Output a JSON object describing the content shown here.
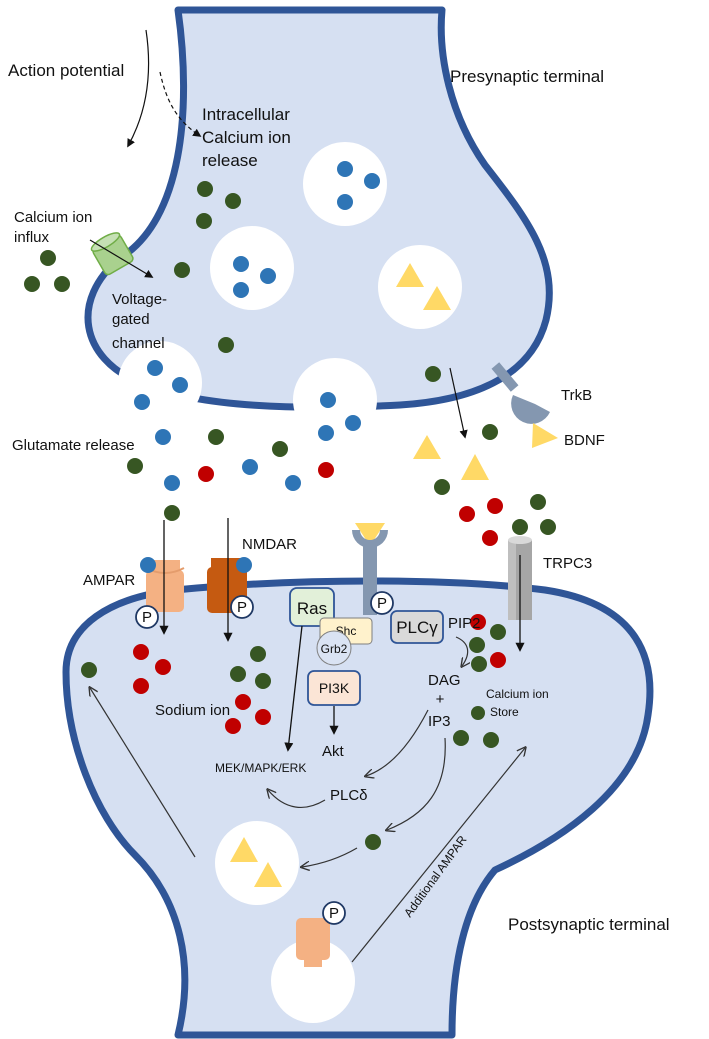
{
  "labels": {
    "action_potential": "Action potential",
    "intracellular_1": "Intracellular",
    "intracellular_2": "Calcium ion",
    "intracellular_3": "release",
    "presynaptic": "Presynaptic terminal",
    "ca_influx_1": "Calcium ion",
    "ca_influx_2": "influx",
    "vg_1": "Voltage-",
    "vg_2": "gated",
    "vg_3": "channel",
    "glutamate_release": "Glutamate release",
    "trkb": "TrkB",
    "bdnf": "BDNF",
    "nmdar": "NMDAR",
    "ampar": "AMPAR",
    "trpc3": "TRPC3",
    "ras": "Ras",
    "shc": "Shc",
    "grb2": "Grb2",
    "pi3k": "PI3K",
    "plcg": "PLCγ",
    "pip2": "PIP2",
    "dag": "DAG",
    "plus": "+",
    "ip3": "IP3",
    "ca_store_1": "Calcium ion",
    "ca_store_2": "Store",
    "sodium_ion": "Sodium ion",
    "akt": "Akt",
    "mek": "MEK/MAPK/ERK",
    "plcd": "PLCδ",
    "additional_ampar": "Additional AMPAR",
    "postsynaptic": "Postsynaptic terminal",
    "phospho": "P"
  },
  "colors": {
    "membrane": "#2f5597",
    "cytoplasm": "#d6e0f2",
    "calcium": "#375623",
    "glutamate": "#2e75b6",
    "sodium": "#c00000",
    "bdnf": "#ffd966",
    "trk_receptor": "#8497b0",
    "ampar": "#f4b183",
    "nmdar": "#c55a11",
    "trpc3": "#a6a6a6",
    "vg_channel": "#a9d18e"
  }
}
